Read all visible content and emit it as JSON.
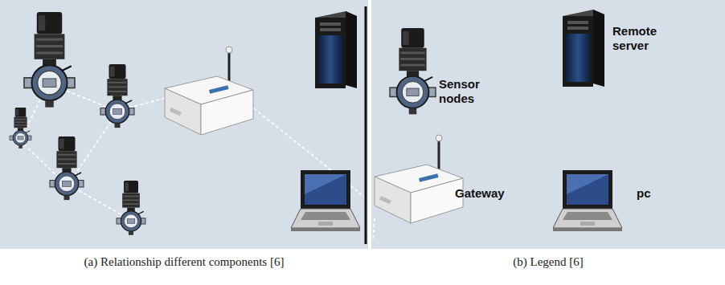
{
  "diagram": {
    "nodes": [
      {
        "text": [
          "(a) Relationship different components [6]"
        ]
      },
      {
        "text": [
          "(b) Legend [6]"
        ]
      }
    ],
    "legend": [
      {
        "text": "Sensor nodes"
      },
      {
        "text": "Remote server"
      },
      {
        "text": "Gateway"
      },
      {
        "text": "pc"
      }
    ]
  }
}
